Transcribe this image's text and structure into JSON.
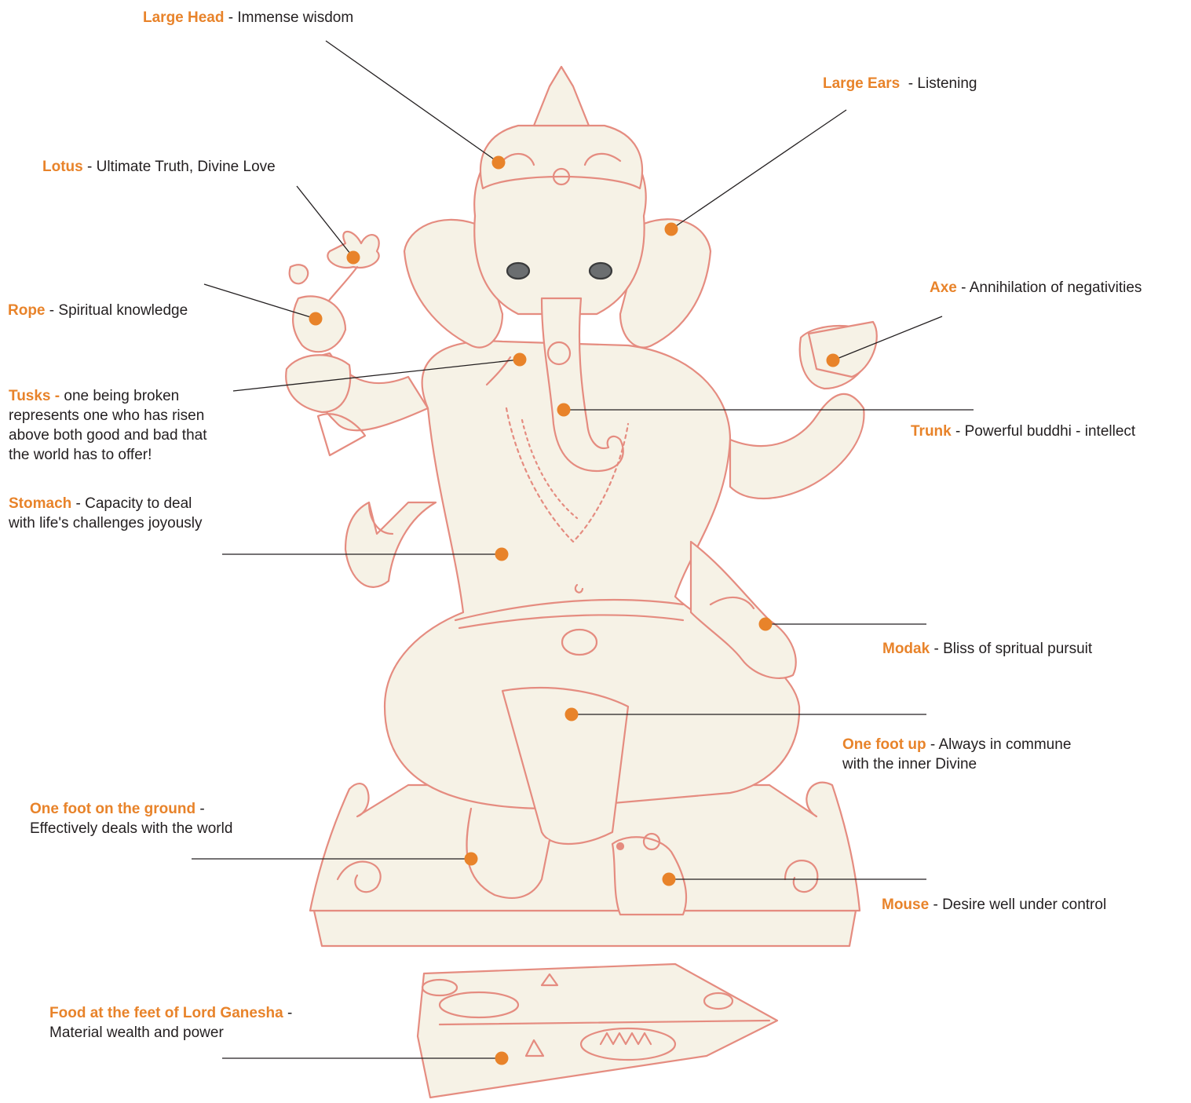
{
  "colors": {
    "accent": "#e8832a",
    "text": "#231f20",
    "sketch_stroke": "#e58c80",
    "sketch_fill": "#f6f2e6",
    "leader_line": "#231f20"
  },
  "annotations": [
    {
      "id": "large-head",
      "term": "Large Head",
      "separator": " - ",
      "desc": "Immense wisdom",
      "desc2": ""
    },
    {
      "id": "large-ears",
      "term": "Large Ears",
      "separator": "  - ",
      "desc": "Listening",
      "desc2": ""
    },
    {
      "id": "lotus",
      "term": "Lotus",
      "separator": " - ",
      "desc": "Ultimate Truth, Divine Love",
      "desc2": ""
    },
    {
      "id": "rope",
      "term": "Rope",
      "separator": " - ",
      "desc": "Spiritual knowledge",
      "desc2": ""
    },
    {
      "id": "axe",
      "term": "Axe",
      "separator": " - ",
      "desc": "Annihilation of negativities",
      "desc2": ""
    },
    {
      "id": "tusks",
      "term": "Tusks -",
      "separator": " ",
      "desc": "one being broken",
      "desc2": "represents  one who has risen\nabove both good and bad that\nthe world has to offer!"
    },
    {
      "id": "trunk",
      "term": "Trunk",
      "separator": " - ",
      "desc": "Powerful buddhi - intellect",
      "desc2": ""
    },
    {
      "id": "stomach",
      "term": "Stomach",
      "separator": " - ",
      "desc": "Capacity to deal",
      "desc2": "with life's challenges joyously"
    },
    {
      "id": "modak",
      "term": "Modak",
      "separator": " - ",
      "desc": "Bliss of spritual pursuit",
      "desc2": ""
    },
    {
      "id": "one-foot-up",
      "term": "One foot up",
      "separator": " - ",
      "desc": "Always in commune",
      "desc2": "with the inner Divine"
    },
    {
      "id": "one-foot-on-the-ground",
      "term": "One foot on the ground",
      "separator": " -",
      "desc": "",
      "desc2": "Effectively deals with the world"
    },
    {
      "id": "mouse",
      "term": "Mouse",
      "separator": " - ",
      "desc": "Desire well under control",
      "desc2": ""
    },
    {
      "id": "food",
      "term": "Food at the feet of Lord Ganesha",
      "separator": " -",
      "desc": "",
      "desc2": "Material wealth and power"
    }
  ]
}
